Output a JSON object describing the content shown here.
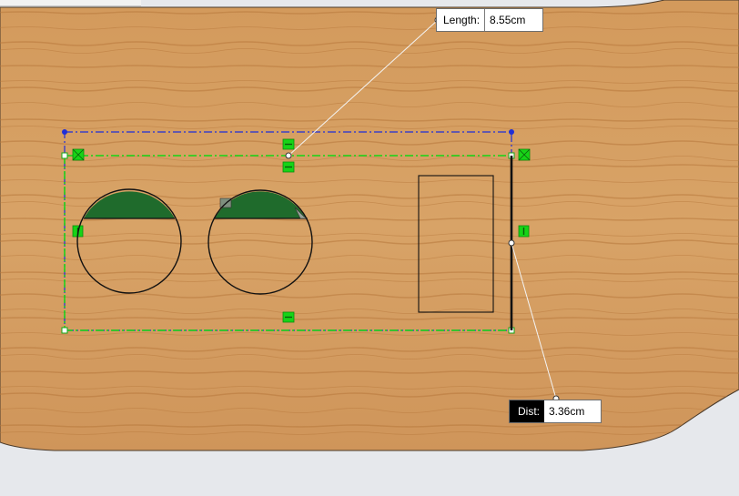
{
  "canvas": {
    "surface": "wood-grain",
    "colors": {
      "wood_base": "#d6a064",
      "wood_grain": "#b8793d",
      "construction_blue": "#1f2fd8",
      "constraint_green": "#15d515",
      "fill_dark_green": "#1f6b2c",
      "sketch_black": "#111111"
    }
  },
  "toolbar": {
    "icons": [
      "toolbar-tool-icon",
      "toolbar-tool-icon",
      "toolbar-tool-icon",
      "toolbar-tool-icon",
      "toolbar-tool-icon",
      "toolbar-tool-icon",
      "toolbar-tool-icon"
    ]
  },
  "dimensions": {
    "length": {
      "label": "Length:",
      "value": "8.55cm"
    },
    "dist": {
      "label": "Dist:",
      "value": "3.36cm"
    }
  }
}
